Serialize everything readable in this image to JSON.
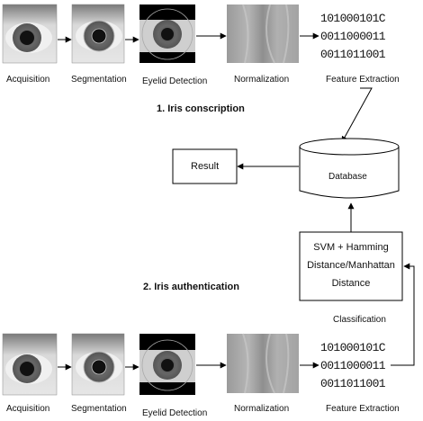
{
  "colors": {
    "stroke": "#000000",
    "background": "#ffffff"
  },
  "enrollment": {
    "title": "1. Iris conscription",
    "stages": [
      "Acquisition",
      "Segmentation",
      "Eyelid Detection",
      "Normalization",
      "Feature Extraction"
    ],
    "binary": [
      "101000101C",
      "0011000011",
      "0011011001"
    ]
  },
  "authentication": {
    "title": "2. Iris authentication",
    "stages": [
      "Acquisition",
      "Segmentation",
      "Eyelid Detection",
      "Normalization",
      "Feature Extraction"
    ],
    "binary": [
      "101000101C",
      "0011000011",
      "0011011001"
    ]
  },
  "database_label": "Database",
  "result_label": "Result",
  "classifier": {
    "lines": [
      "SVM + Hamming",
      "Distance/Manhattan",
      "Distance"
    ]
  },
  "classification_label": "Classification"
}
